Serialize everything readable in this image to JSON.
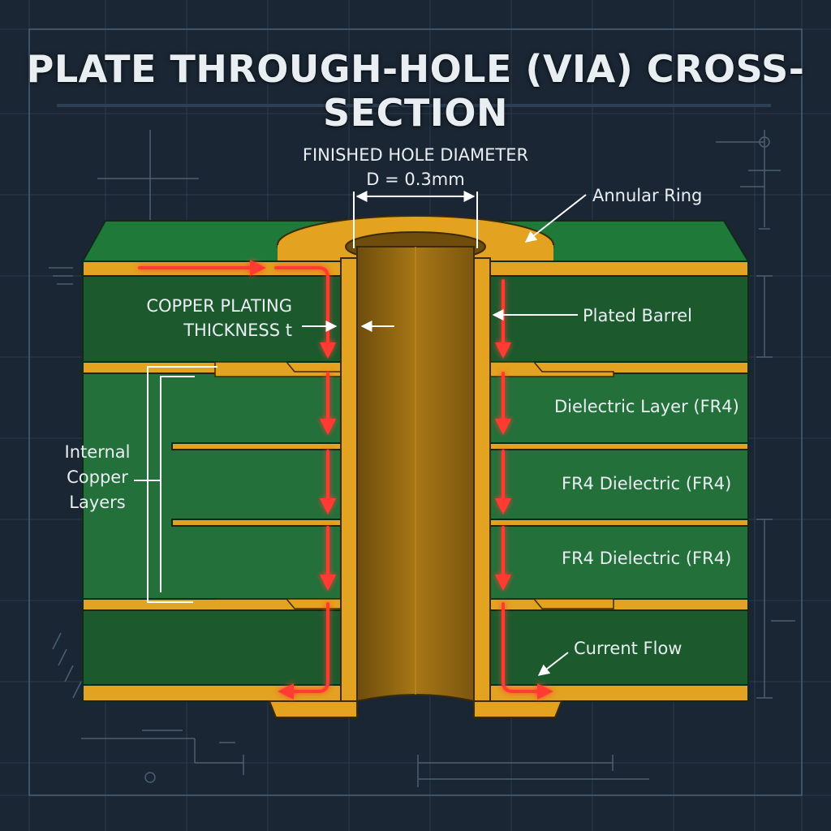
{
  "title": "PLATE THROUGH-HOLE (VIA) CROSS-SECTION",
  "labels": {
    "hole_diameter_line1": "FINISHED HOLE DIAMETER",
    "hole_diameter_line2": "D = 0.3mm",
    "annular_ring": "Annular Ring",
    "copper_plating_line1": "COPPER PLATING",
    "copper_plating_line2": "THICKNESS t",
    "plated_barrel": "Plated Barrel",
    "dielectric_1": "Dielectric Layer (FR4)",
    "dielectric_2": "FR4 Dielectric (FR4)",
    "dielectric_3": "FR4 Dielectric (FR4)",
    "internal_copper_line1": "Internal",
    "internal_copper_line2": "Copper",
    "internal_copper_line3": "Layers",
    "current_flow": "Current Flow"
  },
  "colors": {
    "background": "#1a2633",
    "grid": "#3a4c5e",
    "fr4": "#23703a",
    "fr4_dark": "#1c5a2e",
    "copper": "#e3a21f",
    "barrel": "#9a6a10",
    "current": "#ff3b30",
    "text": "#e9eef3"
  }
}
